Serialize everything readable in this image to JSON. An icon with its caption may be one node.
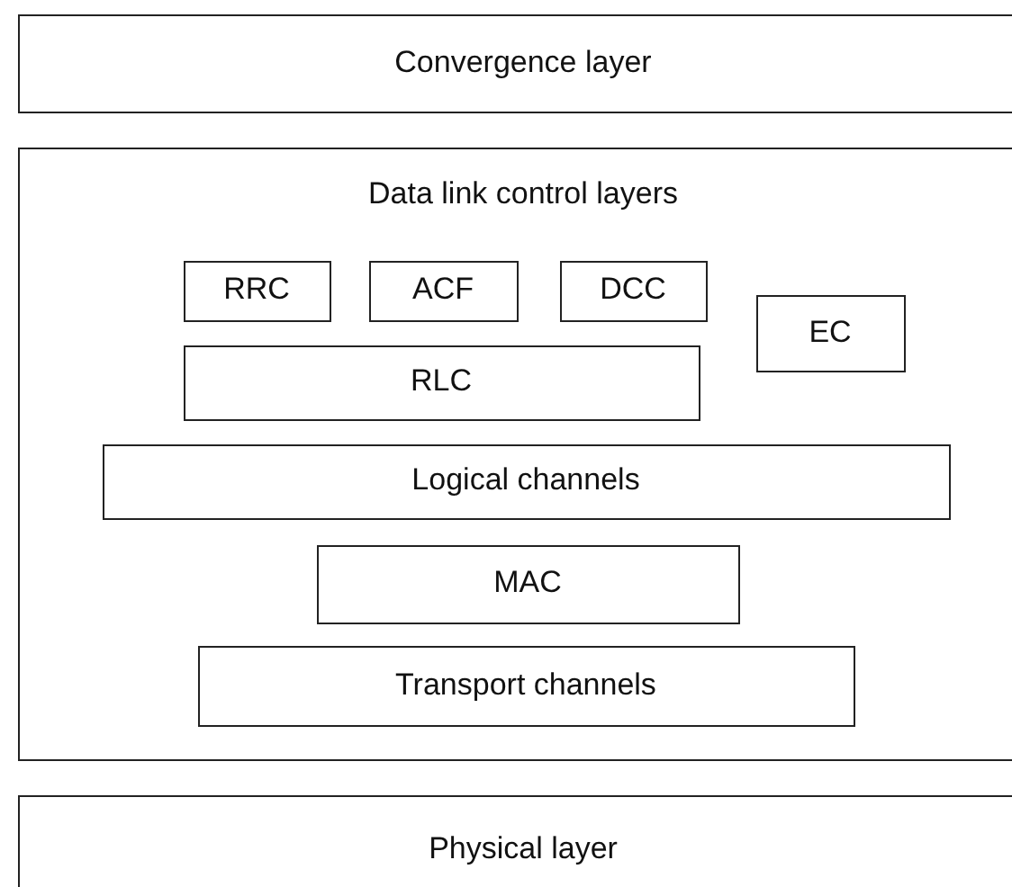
{
  "diagram": {
    "nodes": [
      {
        "text": [
          "Convergence layer"
        ]
      },
      {
        "text": [
          "Data link control layers"
        ]
      },
      {
        "text": [
          "RRC"
        ],
        "in": 1
      },
      {
        "text": [
          "ACF"
        ],
        "in": 1
      },
      {
        "text": [
          "DCC"
        ],
        "in": 1
      },
      {
        "text": [
          "EC"
        ],
        "in": 1
      },
      {
        "text": [
          "RLC"
        ],
        "in": 1
      },
      {
        "text": [
          "Logical channels"
        ],
        "in": 1
      },
      {
        "text": [
          "MAC"
        ],
        "in": 1
      },
      {
        "text": [
          "Transport channels"
        ],
        "in": 1
      },
      {
        "text": [
          "Physical layer"
        ]
      }
    ]
  }
}
